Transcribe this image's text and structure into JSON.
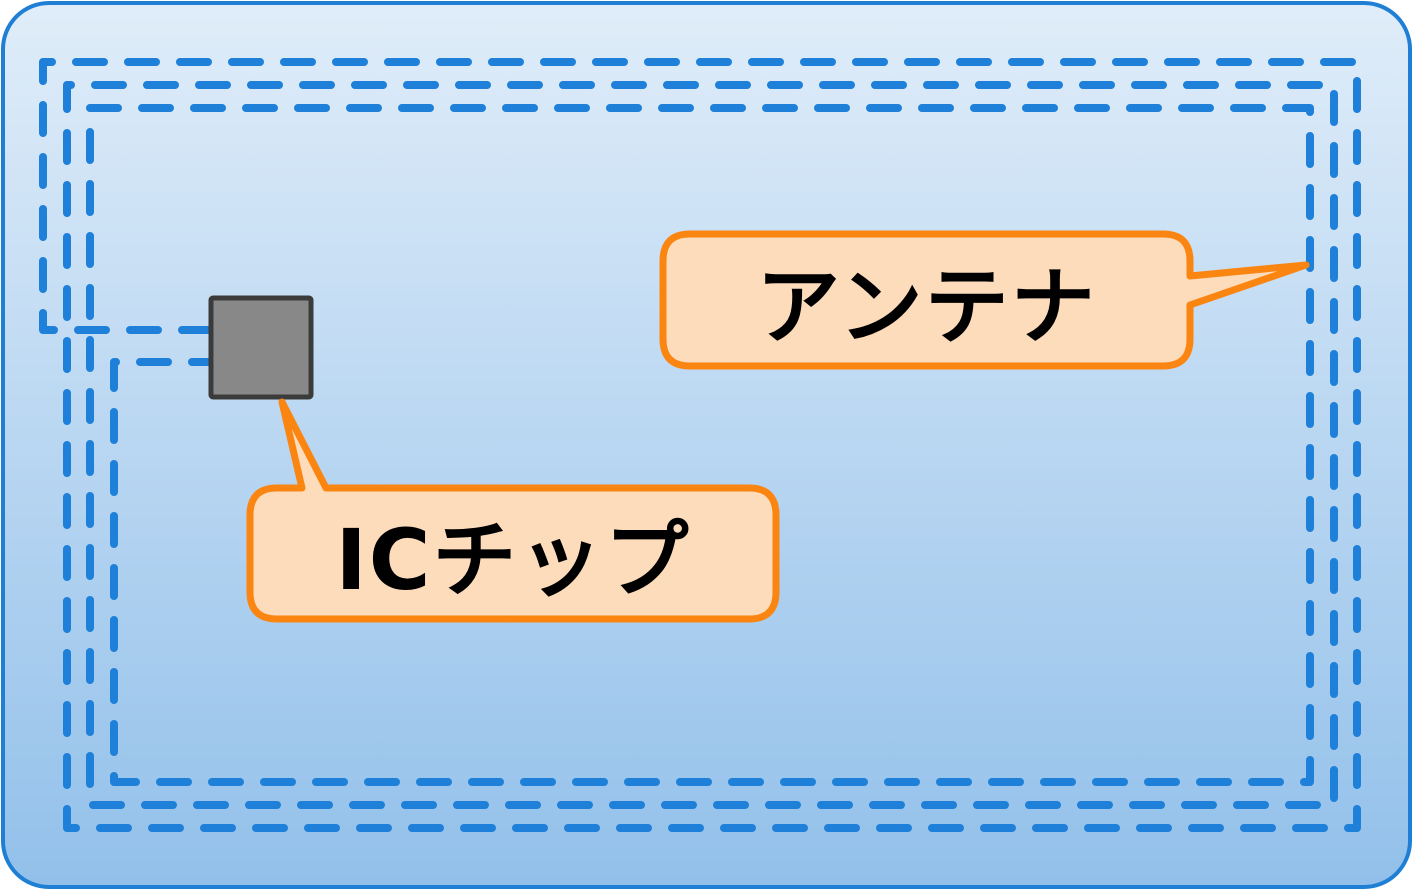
{
  "diagram": {
    "subject": "IC card structure",
    "colors": {
      "card_border": "#1f7fd5",
      "card_gradient_top": "#e0edf9",
      "card_gradient_bottom": "#92c0ea",
      "antenna": "#1e80d8",
      "chip_fill": "#888888",
      "chip_border": "#3b3b3b",
      "callout_fill": "#fddcbc",
      "callout_border": "#fb8511"
    },
    "labels": {
      "antenna": "アンテナ",
      "ic_chip": "ICチップ"
    }
  }
}
